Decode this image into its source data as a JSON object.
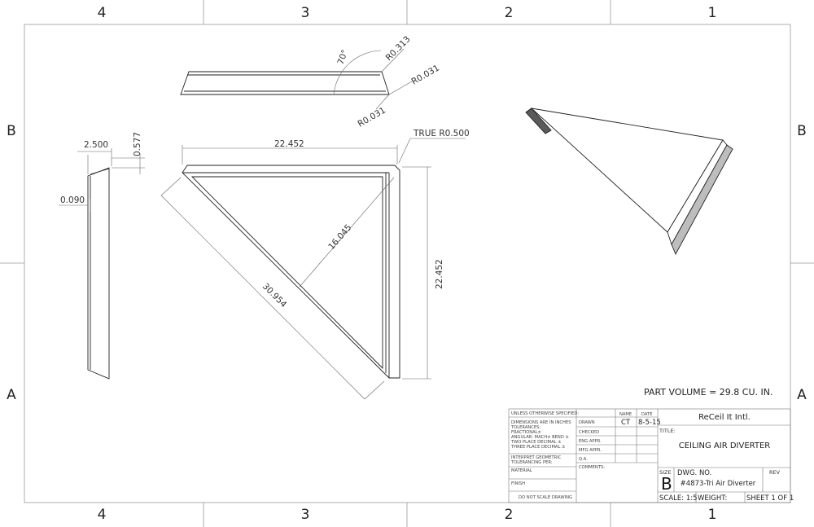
{
  "zones": {
    "columns": [
      "4",
      "3",
      "2",
      "1"
    ],
    "rows": [
      "B",
      "A"
    ]
  },
  "dimensions": {
    "side_radius_1": "R0.313",
    "side_radius_2": "R0.031",
    "side_radius_3": "R0.031",
    "side_angle": "70°",
    "profile_width": "2.500",
    "profile_height": "0.577",
    "profile_thickness": "0.090",
    "top_length": "22.452",
    "right_length": "22.452",
    "hypotenuse": "30.954",
    "altitude": "16.045",
    "corner_radius": "TRUE R0.500"
  },
  "part_volume": "PART VOLUME = 29.8 CU. IN.",
  "title_block": {
    "tolerances": {
      "header": "UNLESS OTHERWISE SPECIFIED:",
      "line1": "DIMENSIONS ARE IN INCHES",
      "line2": "TOLERANCES:",
      "line3": "FRACTIONAL±",
      "line4": "ANGULAR: MACH±   BEND ±",
      "line5": "TWO PLACE DECIMAL   ±",
      "line6": "THREE PLACE DECIMAL  ±",
      "interp": "INTERPRET GEOMETRIC",
      "interp2": "TOLERANCING PER:",
      "material": "MATERIAL",
      "finish": "FINISH",
      "noscale": "DO NOT SCALE DRAWING"
    },
    "grid": {
      "name_header": "NAME",
      "date_header": "DATE",
      "drawn": "DRAWN",
      "drawn_name": "CT",
      "drawn_date": "8-5-15",
      "checked": "CHECKED",
      "eng_appr": "ENG APPR.",
      "mfg_appr": "MFG APPR.",
      "qa": "Q.A.",
      "comments": "COMMENTS:"
    },
    "company": "ReCeil It Intl.",
    "title_label": "TITLE:",
    "title": "CEILING AIR DIVERTER",
    "size_label": "SIZE",
    "size": "B",
    "dwg_no_label": "DWG.  NO.",
    "dwg_no": "#4873-Tri Air Diverter",
    "rev_label": "REV",
    "scale": "SCALE: 1:5",
    "weight": "WEIGHT:",
    "sheet": "SHEET 1 OF 1"
  }
}
